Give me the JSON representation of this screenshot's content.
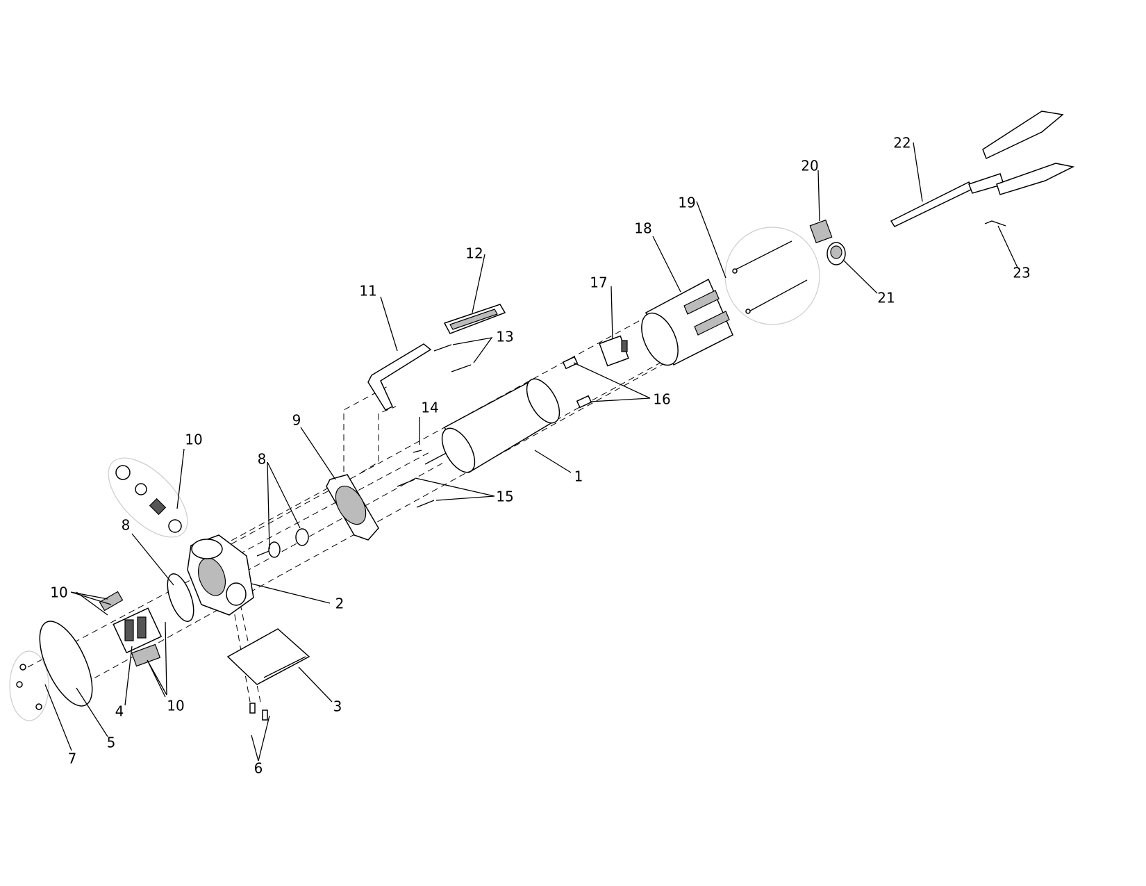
{
  "diagram": {
    "type": "exploded-parts-view",
    "callouts": {
      "c1": "1",
      "c2": "2",
      "c3": "3",
      "c4": "4",
      "c5": "5",
      "c6": "6",
      "c7": "7",
      "c8a": "8",
      "c8b": "8",
      "c9": "9",
      "c10a": "10",
      "c10b": "10",
      "c10c": "10",
      "c11": "11",
      "c12": "12",
      "c13": "13",
      "c14": "14",
      "c15": "15",
      "c16": "16",
      "c17": "17",
      "c18": "18",
      "c19": "19",
      "c20": "20",
      "c21": "21",
      "c22": "22",
      "c23": "23"
    }
  }
}
